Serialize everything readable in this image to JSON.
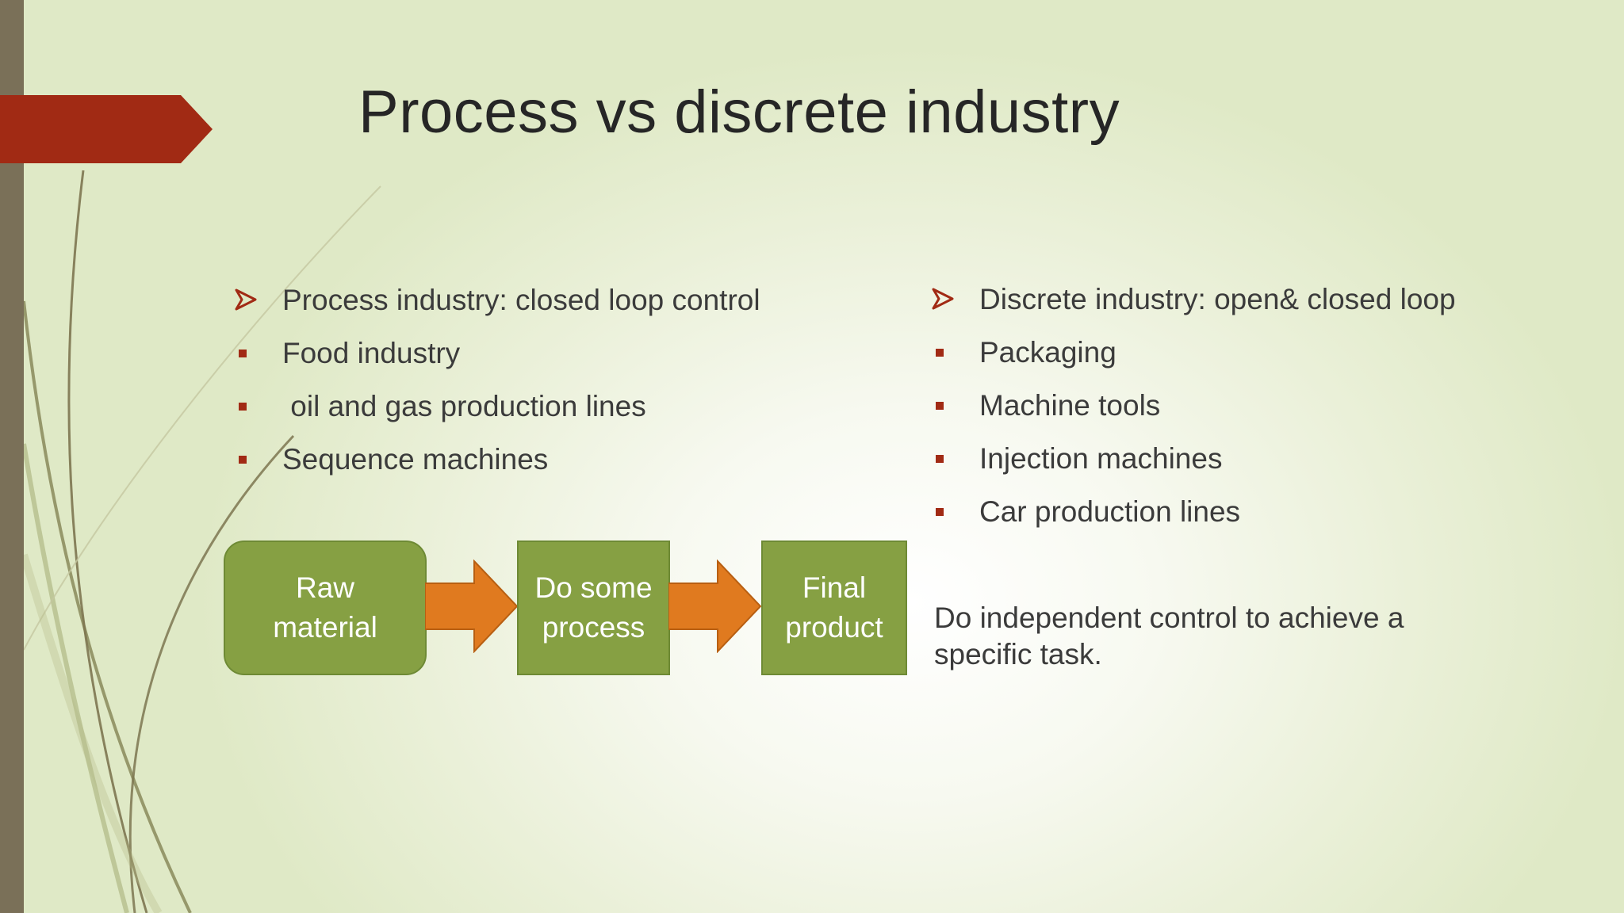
{
  "slide": {
    "title": "Process vs discrete industry"
  },
  "left_column": {
    "heading": "Process industry: closed loop control",
    "items": [
      "Food industry",
      " oil and gas production lines",
      "Sequence machines"
    ]
  },
  "right_column": {
    "heading": "Discrete industry: open& closed loop",
    "items": [
      "Packaging",
      "Machine tools",
      "Injection machines",
      "Car production lines"
    ],
    "note": "Do independent control to achieve a specific task."
  },
  "flow": {
    "steps": [
      {
        "line1": "Raw",
        "line2": "material"
      },
      {
        "line1": "Do some",
        "line2": "process"
      },
      {
        "line1": "Final",
        "line2": "product"
      }
    ]
  },
  "colors": {
    "accent_red": "#a12a14",
    "box_green": "#86a043",
    "arrow_orange": "#e07a1f",
    "side_bar": "#7a7058"
  }
}
